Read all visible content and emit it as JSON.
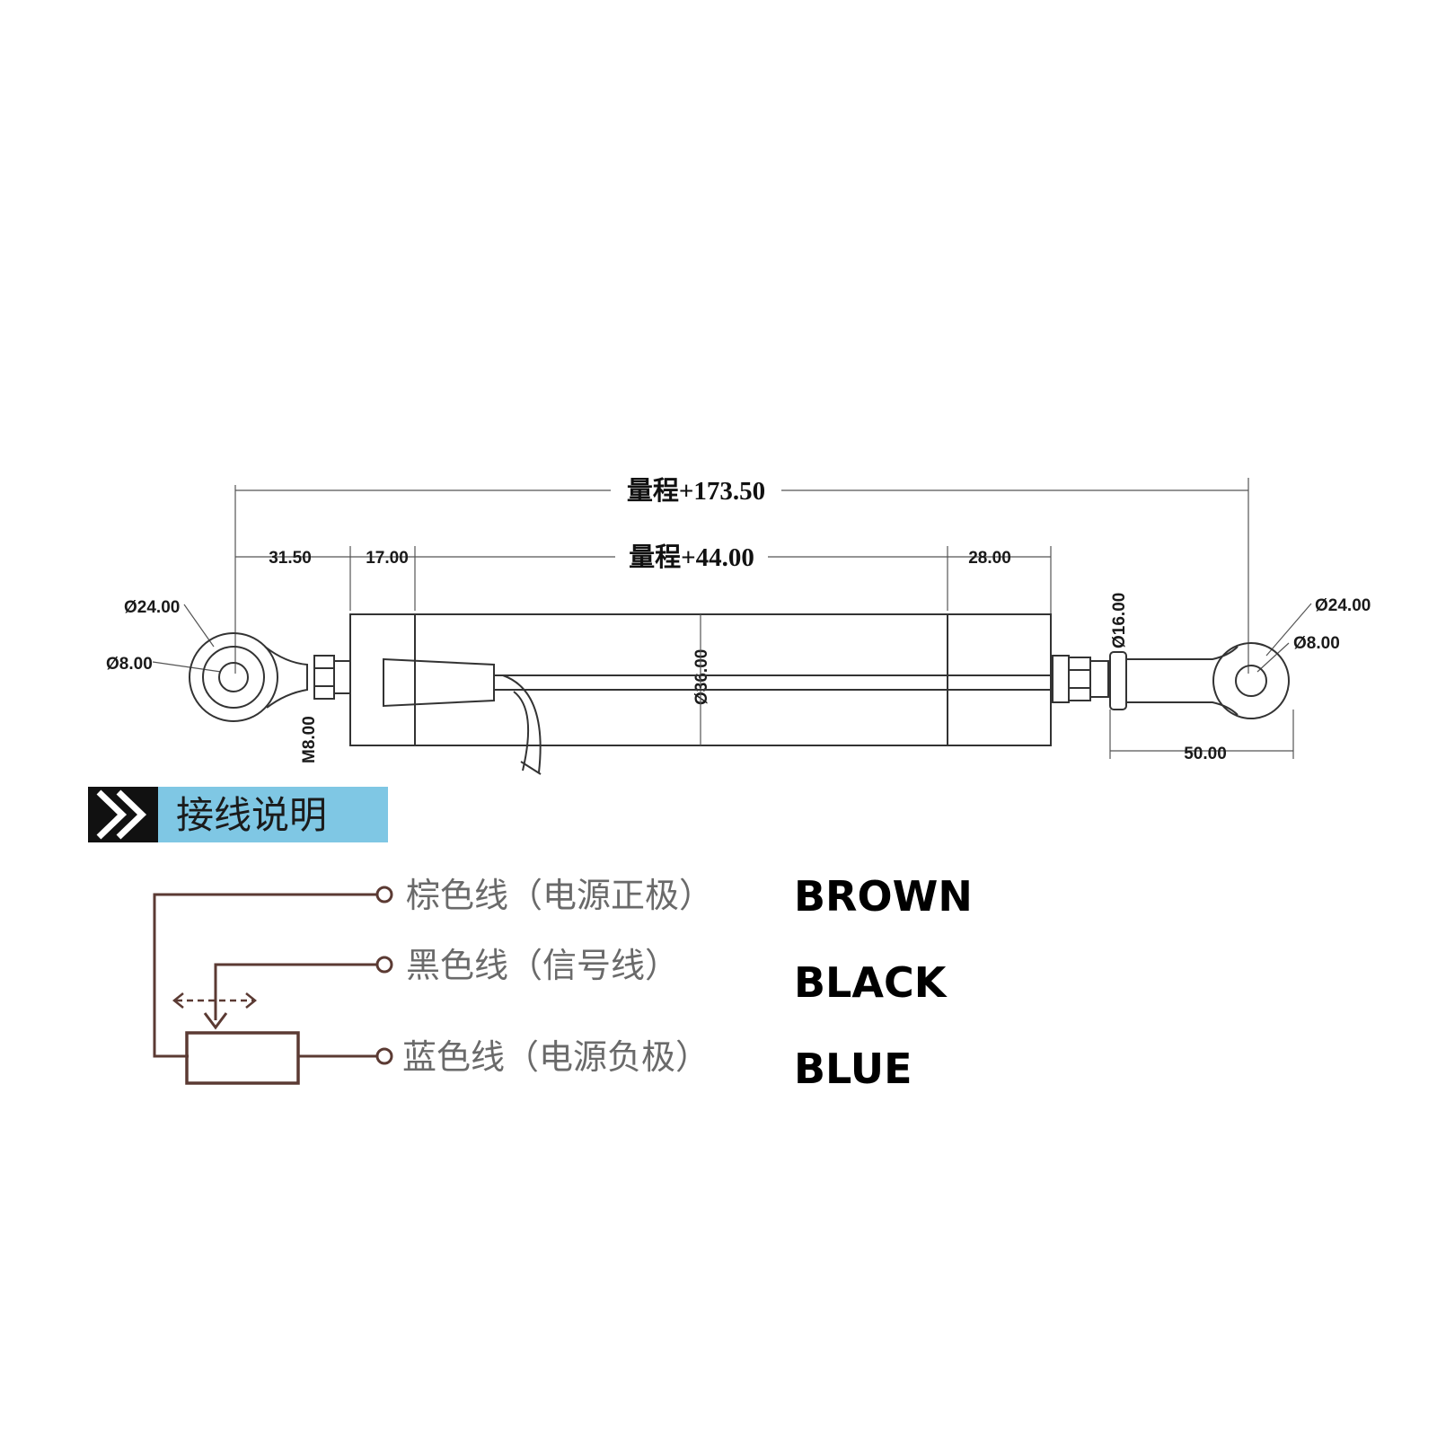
{
  "dimensions": {
    "total_length": "量程+173.50",
    "stroke_length": "量程+44.00",
    "left_end": "31.50",
    "left_body": "17.00",
    "right_body": "28.00",
    "rod_end": "50.00",
    "left_eye_outer": "Ø24.00",
    "left_eye_inner": "Ø8.00",
    "right_eye_outer": "Ø24.00",
    "right_eye_inner": "Ø8.00",
    "thread": "M8.00",
    "body_diameter": "Ø36.00",
    "rod_diameter": "Ø16.00"
  },
  "section_title": "接线说明",
  "wiring": [
    {
      "cn": "棕色线（电源正极）",
      "en": "BROWN"
    },
    {
      "cn": "黑色线（信号线）",
      "en": "BLACK"
    },
    {
      "cn": "蓝色线（电源负极）",
      "en": "BLUE"
    }
  ],
  "colors": {
    "header_bg": "#7fc7e4",
    "header_chevron_bg": "#111111",
    "wire_color": "#5b3a33"
  }
}
